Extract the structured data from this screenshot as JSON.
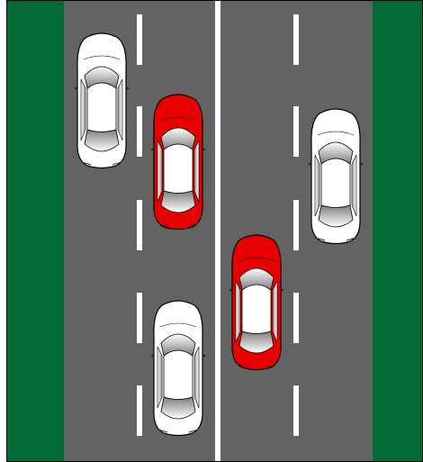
{
  "scene": {
    "colors": {
      "grass": "#036a37",
      "road": "#636363",
      "markings": "#ffffff",
      "outline": "#000000",
      "car_red": "#e80000",
      "car_white": "#ffffff"
    },
    "lanes": 4,
    "cars": [
      {
        "id": "car-white-lane1",
        "color": "white"
      },
      {
        "id": "car-red-lane2",
        "color": "red"
      },
      {
        "id": "car-white-lane2",
        "color": "white"
      },
      {
        "id": "car-red-lane3",
        "color": "red"
      },
      {
        "id": "car-white-lane4",
        "color": "white"
      }
    ]
  }
}
